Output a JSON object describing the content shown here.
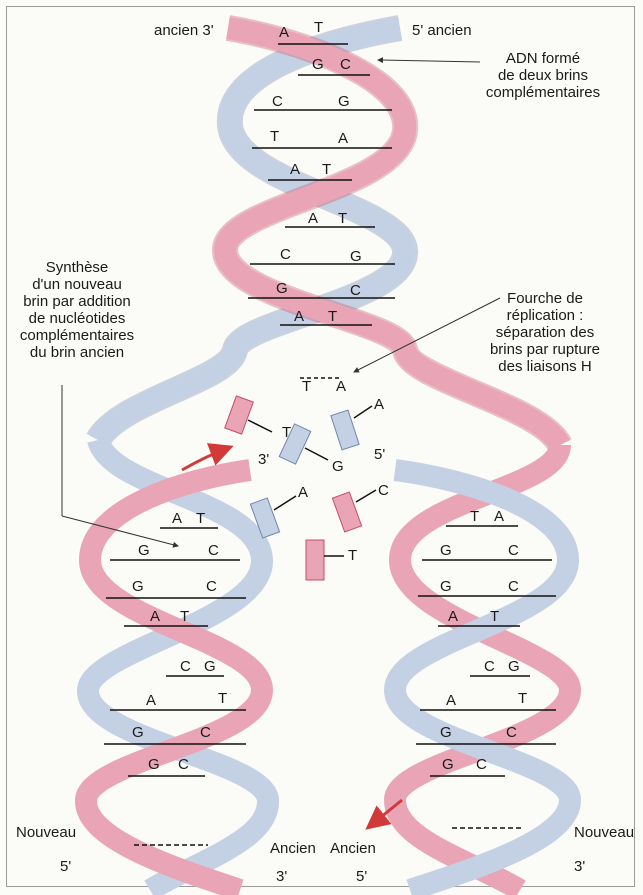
{
  "labels": {
    "top_left": "ancien 3'",
    "top_right": "5' ancien",
    "adn_note": "ADN formé\nde deux brins\ncomplémentaires",
    "synthese_note": "Synthèse\nd'un nouveau\nbrin par addition\nde nucléotides\ncomplémentaires\ndu brin ancien",
    "fourche_note": "Fourche de\nréplication :\nséparation des\nbrins par rupture\ndes liaisons H",
    "fork_left_end": "3'",
    "fork_right_end": "5'",
    "bottom_nouveau_left": "Nouveau",
    "bottom_5_left": "5'",
    "bottom_ancien_mid": "Ancien",
    "bottom_3_mid": "3'",
    "bottom_ancien_right": "Ancien",
    "bottom_5_right": "5'",
    "bottom_nouveau_right": "Nouveau",
    "bottom_3_right": "3'"
  },
  "top_pairs": [
    {
      "left": "A",
      "right": "T"
    },
    {
      "left": "G",
      "right": "C"
    },
    {
      "left": "C",
      "right": "G"
    },
    {
      "left": "T",
      "right": "A"
    },
    {
      "left": "A",
      "right": "T"
    },
    {
      "left": "A",
      "right": "T"
    },
    {
      "left": "C",
      "right": "G"
    },
    {
      "left": "G",
      "right": "C"
    },
    {
      "left": "A",
      "right": "T"
    },
    {
      "left": "T",
      "right": "A"
    }
  ],
  "left_pairs": [
    {
      "left": "A",
      "right": "T"
    },
    {
      "left": "G",
      "right": "C"
    },
    {
      "left": "G",
      "right": "C"
    },
    {
      "left": "A",
      "right": "T"
    },
    {
      "left": "C",
      "right": "G"
    },
    {
      "left": "A",
      "right": "T"
    },
    {
      "left": "G",
      "right": "C"
    },
    {
      "left": "G",
      "right": "C"
    }
  ],
  "right_pairs": [
    {
      "left": "T",
      "right": "A"
    },
    {
      "left": "G",
      "right": "C"
    },
    {
      "left": "G",
      "right": "C"
    },
    {
      "left": "A",
      "right": "T"
    },
    {
      "left": "C",
      "right": "G"
    },
    {
      "left": "A",
      "right": "T"
    },
    {
      "left": "G",
      "right": "C"
    },
    {
      "left": "G",
      "right": "C"
    }
  ],
  "free_nucleotides": [
    "T",
    "A",
    "G",
    "A",
    "C",
    "T"
  ],
  "colors": {
    "old_strand": "#b9c8de",
    "old_strand_edge": "#6f86ad",
    "new_strand": "#e79aae",
    "new_strand_edge": "#c84d68",
    "arrow": "#d23a3a"
  }
}
